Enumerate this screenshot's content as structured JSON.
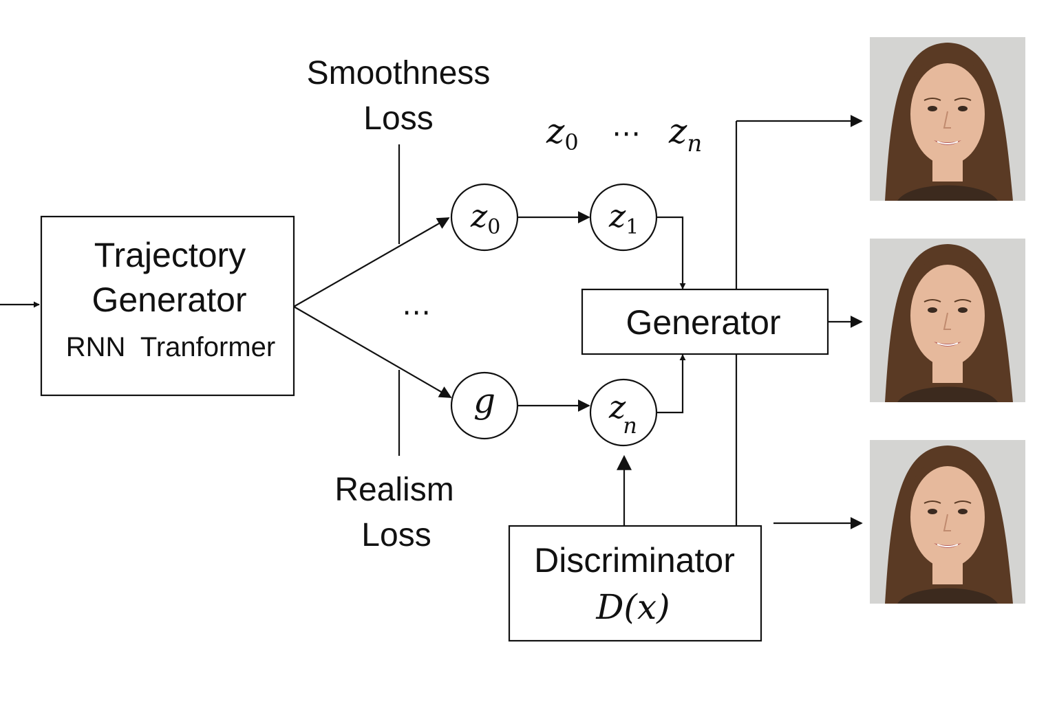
{
  "labels": {
    "smoothness_line1": "Smoothness",
    "smoothness_line2": "Loss",
    "realism_line1": "Realism",
    "realism_line2": "Loss",
    "trajectory_line1": "Trajectory",
    "trajectory_line2": "Generator",
    "trajectory_line3": "RNN  Tranformer",
    "generator": "Generator",
    "discriminator": "Discriminator",
    "discriminator_formula": "D(x)",
    "middle_ellipsis": "⋯"
  },
  "sequence": {
    "start": "z",
    "start_sub": "0",
    "ellipsis": "⋯",
    "end": "z",
    "end_sub": "n"
  },
  "nodes": {
    "z0": {
      "var": "z",
      "sub": "0"
    },
    "z1": {
      "var": "z",
      "sub": "1"
    },
    "g": {
      "var": "g",
      "sub": ""
    },
    "zn": {
      "var": "z",
      "sub": "n"
    }
  },
  "outputs": [
    {
      "name": "face-output-1",
      "description_icon": "face-portrait-icon"
    },
    {
      "name": "face-output-2",
      "description_icon": "face-portrait-icon"
    },
    {
      "name": "face-output-3",
      "description_icon": "face-portrait-icon"
    }
  ],
  "colors": {
    "line": "#111111",
    "photo_bg": "#d4d4d2",
    "hair": "#5a3a24",
    "skin": "#e6b99c",
    "shirt": "#3c2a1e"
  }
}
